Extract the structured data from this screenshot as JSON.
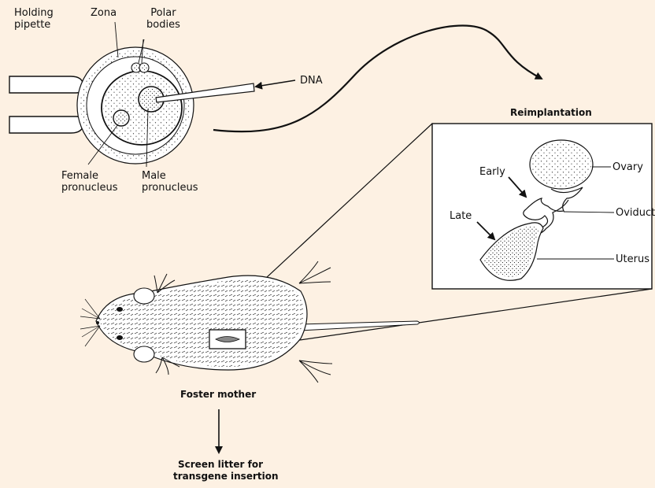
{
  "colors": {
    "background": "#fdf1e3",
    "ink": "#111111",
    "white": "#ffffff",
    "incision": "#888888"
  },
  "microinjection": {
    "holding_pipette": [
      "Holding",
      "pipette"
    ],
    "zona": "Zona",
    "polar_bodies": [
      "Polar",
      "bodies"
    ],
    "dna": "DNA",
    "female_pronucleus": [
      "Female",
      "pronucleus"
    ],
    "male_pronucleus": [
      "Male",
      "pronucleus"
    ]
  },
  "reimplantation": {
    "title": "Reimplantation",
    "ovary": "Ovary",
    "early": "Early",
    "oviduct": "Oviduct",
    "late": "Late",
    "uterus": "Uterus"
  },
  "foster_mother": "Foster mother",
  "screen_litter": [
    "Screen litter for",
    "transgene insertion"
  ],
  "icons": [
    "arrow-icon",
    "mouse-illustration",
    "embryo-illustration",
    "reproductive-tract-illustration"
  ]
}
